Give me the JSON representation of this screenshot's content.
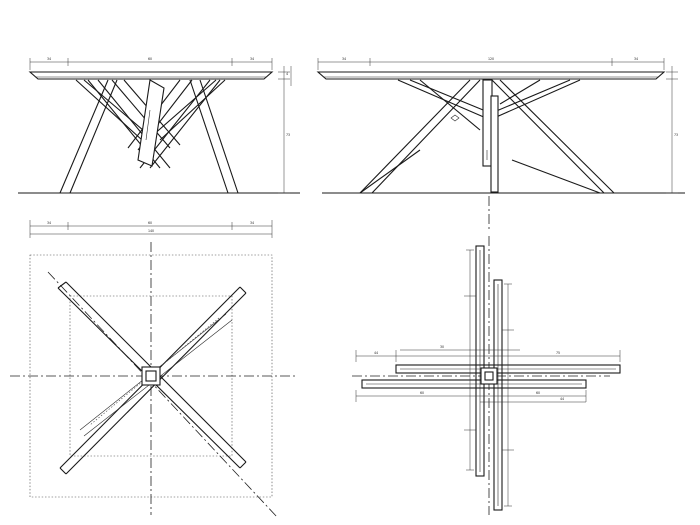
{
  "drawing": {
    "views": [
      "front-elevation",
      "side-elevation",
      "top-plan",
      "base-plan"
    ]
  },
  "dimensions": {
    "front_top": [
      "34",
      "60",
      "34"
    ],
    "front_height": [
      "4",
      "73"
    ],
    "side_top": [
      "34",
      "120",
      "34"
    ],
    "side_height": [
      "73"
    ],
    "plan_top": [
      "34",
      "60",
      "34"
    ],
    "plan_total": "140",
    "base": [
      "44",
      "30",
      "75",
      "60",
      "60",
      "44"
    ]
  }
}
